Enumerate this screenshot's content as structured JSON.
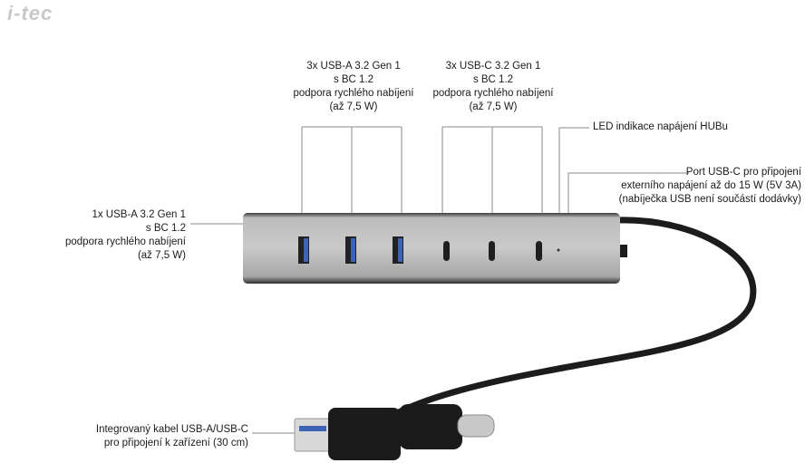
{
  "brand": "i-tec",
  "labels": {
    "usb_a_group": [
      "3x USB-A 3.2 Gen 1",
      "s BC 1.2",
      "podpora rychlého nabíjení",
      "(až 7,5 W)"
    ],
    "usb_c_group": [
      "3x USB-C 3.2 Gen 1",
      "s BC 1.2",
      "podpora rychlého nabíjení",
      "(až 7,5 W)"
    ],
    "led": "LED indikace napájení HUBu",
    "power_port": [
      "Port USB-C pro připojení",
      "externího napájení až do 15 W (5V 3A)",
      "(nabíječka USB není součástí dodávky)"
    ],
    "side_usb_a": [
      "1x USB-A 3.2 Gen 1",
      "s BC 1.2",
      "podpora rychlého nabíjení",
      "(až 7,5 W)"
    ],
    "cable": [
      "Integrovaný kabel USB-A/USB-C",
      "pro připojení k zařízení (30 cm)"
    ]
  }
}
